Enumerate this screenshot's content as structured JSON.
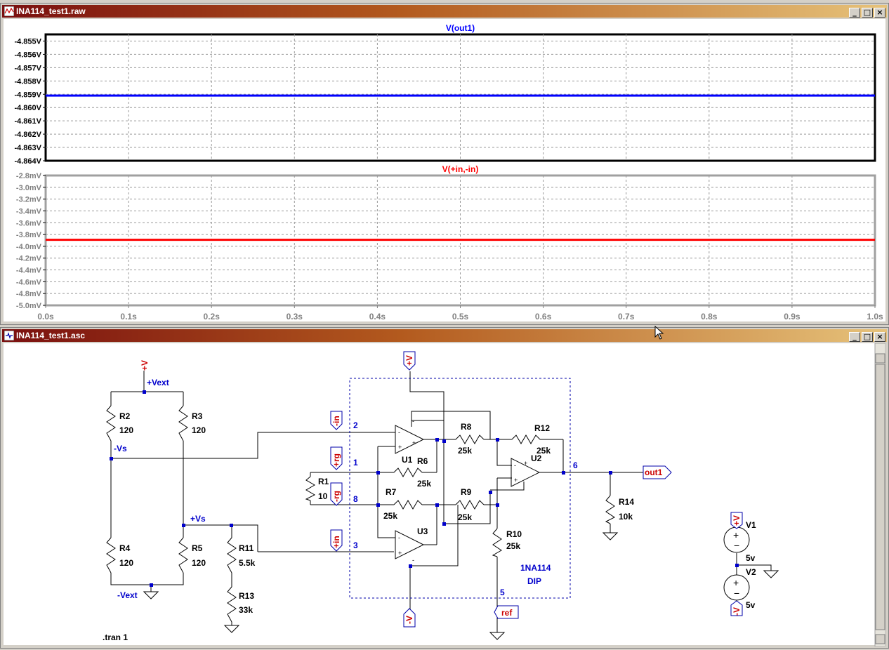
{
  "waveform_window": {
    "title": "INA114_test1.raw",
    "buttons": [
      "_",
      "□",
      "×"
    ],
    "panes": [
      {
        "trace": "V(out1)",
        "color": "#0000ff",
        "y_ticks": [
          "-4.855V",
          "-4.856V",
          "-4.857V",
          "-4.858V",
          "-4.859V",
          "-4.860V",
          "-4.861V",
          "-4.862V",
          "-4.863V",
          "-4.864V"
        ],
        "y_range": [
          -4.864,
          -4.8545
        ],
        "value": -4.8591
      },
      {
        "trace": "V(+in,-in)",
        "color": "#ff0000",
        "y_ticks": [
          "-2.8mV",
          "-3.0mV",
          "-3.2mV",
          "-3.4mV",
          "-3.6mV",
          "-3.8mV",
          "-4.0mV",
          "-4.2mV",
          "-4.4mV",
          "-4.6mV",
          "-4.8mV",
          "-5.0mV"
        ],
        "y_range": [
          -5.0,
          -2.8
        ],
        "value": -3.89
      }
    ],
    "x_ticks": [
      "0.0s",
      "0.1s",
      "0.2s",
      "0.3s",
      "0.4s",
      "0.5s",
      "0.6s",
      "0.7s",
      "0.8s",
      "0.9s",
      "1.0s"
    ]
  },
  "schematic_window": {
    "title": "INA114_test1.asc",
    "buttons": [
      "_",
      "□",
      "×"
    ],
    "labels": {
      "vplus_top": "+V",
      "vext_pos": "+Vext",
      "vext_neg": "-Vext",
      "vs_neg": "-Vs",
      "vs_pos": "+Vs",
      "r2": "R2",
      "r2v": "120",
      "r3": "R3",
      "r3v": "120",
      "r4": "R4",
      "r4v": "120",
      "r5": "R5",
      "r5v": "120",
      "r11": "R11",
      "r11v": "5.5k",
      "r13": "R13",
      "r13v": "33k",
      "r1": "R1",
      "r1v": "10",
      "r6": "R6",
      "r6v": "25k",
      "r7": "R7",
      "r7v": "25k",
      "r8": "R8",
      "r8v": "25k",
      "r9": "R9",
      "r9v": "25k",
      "r10": "R10",
      "r10v": "25k",
      "r12": "R12",
      "r12v": "25k",
      "r14": "R14",
      "r14v": "10k",
      "u1": "U1",
      "u2": "U2",
      "u3": "U3",
      "pin_in_neg": "-in",
      "pin_rg_pos": "+rg",
      "pin_rg_neg": "-rg",
      "pin_in_pos": "+in",
      "pin_vplus": "+V",
      "pin_vminus": "-V",
      "pin_ref": "ref",
      "pin_out": "out1",
      "n2": "2",
      "n1": "1",
      "n8": "8",
      "n3": "3",
      "n6": "6",
      "n5": "5",
      "chip": "1NA114",
      "pkg": "DIP",
      "v1": "V1",
      "v1v": "5v",
      "v2": "V2",
      "v2v": "5v",
      "v1_top": "+V",
      "v2_bot": "-V",
      "directive": ".tran 1"
    }
  }
}
